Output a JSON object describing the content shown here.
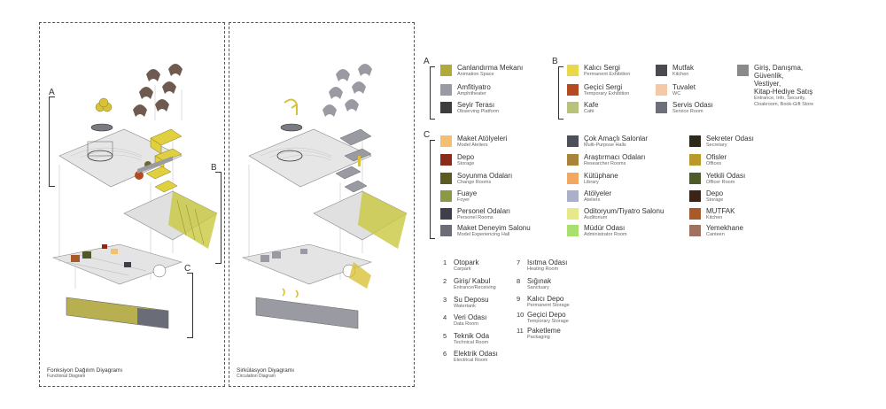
{
  "panel_left": {
    "caption_tr": "Fonksiyon Dağılım Diyagramı",
    "caption_en": "Functional Diagram"
  },
  "panel_right": {
    "caption_tr": "Sirkülasyon Diyagramı",
    "caption_en": "Circulation Diagram"
  },
  "diagram_labels": {
    "a": "A",
    "b": "B",
    "c": "C"
  },
  "groups": {
    "a": "A",
    "b": "B",
    "c": "C"
  },
  "legend_a": [
    {
      "tr": "Canlandırma Mekanı",
      "en": "Animation Space",
      "color": "#b3a83a"
    },
    {
      "tr": "Amfitiyatro",
      "en": "Amphitheater",
      "color": "#9a9aa6"
    },
    {
      "tr": "Seyir Terası",
      "en": "Observing Platform",
      "color": "#3d3d3d"
    }
  ],
  "legend_b": [
    {
      "tr": "Kalıcı Sergi",
      "en": "Permanent Exhibition",
      "color": "#e8d84a"
    },
    {
      "tr": "Geçici Sergi",
      "en": "Temporary Exhibition",
      "color": "#b34a22"
    },
    {
      "tr": "Kafe",
      "en": "Café",
      "color": "#b8c27a"
    }
  ],
  "legend_b2": [
    {
      "tr": "Mutfak",
      "en": "Kitchen",
      "color": "#4a4a52"
    },
    {
      "tr": "Tuvalet",
      "en": "WC",
      "color": "#f5c9a6"
    },
    {
      "tr": "Servis Odası",
      "en": "Service Room",
      "color": "#6d6f7a"
    }
  ],
  "legend_b3": {
    "tr_lines": [
      "Giriş, Danışma,",
      "Güvenlik,",
      "Vestiyer,",
      "Kitap-Hediye Satış"
    ],
    "en_lines": [
      "Entrance, Info, Security,",
      "Cloakroom, Book-Gift Store"
    ],
    "color": "#8a8a8a"
  },
  "legend_c1": [
    {
      "tr": "Maket Atölyeleri",
      "en": "Model Ateliers",
      "color": "#f2c070"
    },
    {
      "tr": "Depo",
      "en": "Storage",
      "color": "#8a2a1a"
    },
    {
      "tr": "Soyunma Odaları",
      "en": "Change Rooms",
      "color": "#5a5a22"
    },
    {
      "tr": "Fuaye",
      "en": "Foyer",
      "color": "#8a9a44"
    },
    {
      "tr": "Personel Odaları",
      "en": "Personel Rooms",
      "color": "#3e3f4a"
    },
    {
      "tr": "Maket Deneyim Salonu",
      "en": "Model Experiencing Hall",
      "color": "#6a6c78"
    }
  ],
  "legend_c2": [
    {
      "tr": "Çok Amaçlı Salonlar",
      "en": "Multi-Purpose Halls",
      "color": "#4d5058"
    },
    {
      "tr": "Araştırmacı Odaları",
      "en": "Researcher Rooms",
      "color": "#a8843a"
    },
    {
      "tr": "Kütüphane",
      "en": "Library",
      "color": "#f2a860"
    },
    {
      "tr": "Atölyeler",
      "en": "Ateliers",
      "color": "#aab0c8"
    },
    {
      "tr": "Oditoryum/Tiyatro Salonu",
      "en": "Auditorium",
      "color": "#e6e88a"
    },
    {
      "tr": "Müdür Odası",
      "en": "Administrator Room",
      "color": "#a8e070"
    }
  ],
  "legend_c3": [
    {
      "tr": "Sekreter Odası",
      "en": "Secretary",
      "color": "#2e2a1a"
    },
    {
      "tr": "Ofisler",
      "en": "Offices",
      "color": "#b89a2a"
    },
    {
      "tr": "Yetkili Odası",
      "en": "Officer Room",
      "color": "#4e5a2a"
    },
    {
      "tr": "Depo",
      "en": "Storage",
      "color": "#3a2418"
    },
    {
      "tr": "MUTFAK",
      "en": "Kitchen",
      "color": "#a85a2a"
    },
    {
      "tr": "Yemekhane",
      "en": "Canteen",
      "color": "#a07060"
    }
  ],
  "numbered_1": [
    {
      "n": "1",
      "tr": "Otopark",
      "en": "Carpark"
    },
    {
      "n": "2",
      "tr": "Giriş/ Kabul",
      "en": "Entrance/Receiving"
    },
    {
      "n": "3",
      "tr": "Su Deposu",
      "en": "Watertank"
    },
    {
      "n": "4",
      "tr": "Veri Odası",
      "en": "Data Room"
    },
    {
      "n": "5",
      "tr": "Teknik Oda",
      "en": "Technical Room"
    },
    {
      "n": "6",
      "tr": "Elektrik Odası",
      "en": "Electrical Room"
    }
  ],
  "numbered_2": [
    {
      "n": "7",
      "tr": "Isıtma Odası",
      "en": "Heating Room"
    },
    {
      "n": "8",
      "tr": "Sığınak",
      "en": "Sanctuary"
    },
    {
      "n": "9",
      "tr": "Kalıcı Depo",
      "en": "Permanent Storage"
    },
    {
      "n": "10",
      "tr": "Geçici Depo",
      "en": "Temporary Storage"
    },
    {
      "n": "11",
      "tr": "Paketleme",
      "en": "Packaging"
    }
  ]
}
